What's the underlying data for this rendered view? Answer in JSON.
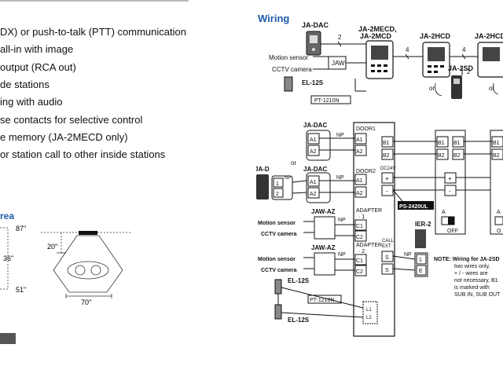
{
  "features": [
    "DX) or push-to-talk (PTT) communication",
    "all-in with image",
    "output (RCA out)",
    "de stations",
    "ing with audio",
    "se contacts for selective control",
    "e memory (JA-2MECD only)",
    "or station call to other inside stations"
  ],
  "area": {
    "title": "rea",
    "dim_87": "87\"",
    "dim_20": "20\"",
    "dim_36": "36\"",
    "dim_70": "70\"",
    "dim_51": "51\""
  },
  "wiring": {
    "title": "Wiring",
    "top": {
      "ja_dac": "JA-DAC",
      "ja_2mecd": "JA-2MECD,",
      "ja_2mcd": "JA-2MCD",
      "ja_2hcd_1": "JA-2HCD",
      "ja_2hcd_2": "JA-2HCD",
      "ja_2sd": "JA-2SD",
      "motion_sensor": "Motion sensor",
      "cctv_camera": "CCTV camera",
      "jaw": "JAW",
      "el_12s": "EL-12S",
      "pt_1210n": "PT-1210N",
      "wire_2": "2",
      "wire_4a": "4",
      "wire_4b": "4",
      "wire_2b": "2",
      "or_1": "or",
      "or_2": "or"
    },
    "bottom": {
      "ja_dac_1": "JA-DAC",
      "ja_dac_2": "JA-DAC",
      "ja_d": "JA-D",
      "or": "or",
      "a1": "A1",
      "a2": "A2",
      "np": "NP",
      "door1": "DOOR1",
      "door2": "DOOR2",
      "dc24v": "DC24V",
      "plus": "+",
      "minus": "-",
      "one": "1",
      "two": "2",
      "ps_2420ul": "PS-2420UL",
      "b1": "B1",
      "b2": "B2",
      "adapter1": "ADAPTER",
      "adapter1_n": "· 1",
      "adapter2": "ADAPTER",
      "adapter2_n": "· 2",
      "c1": "C1",
      "c2": "C2",
      "jaw_az_1": "JAW-AZ",
      "jaw_az_2": "JAW-AZ",
      "motion_sensor": "Motion sensor",
      "cctv_camera": "CCTV camera",
      "call_ext": "CALL",
      "call_ext2": "EXT",
      "s": "S",
      "ier_2": "IER-2",
      "e": "E",
      "el_12s_1": "EL-12S",
      "el_12s_2": "EL-12S",
      "pt_1210n": "PT-1210N",
      "l1": "L1",
      "l2": "L2",
      "a": "A",
      "off": "OFF",
      "o": "O",
      "note_1": "NOTE:  Wiring for JA-2SD",
      "note_2": "two wires only,",
      "note_3": "+ / - wires are",
      "note_4": "not necessary, B1",
      "note_5": "is marked with",
      "note_6": "SUB IN, SUB OUT"
    }
  }
}
